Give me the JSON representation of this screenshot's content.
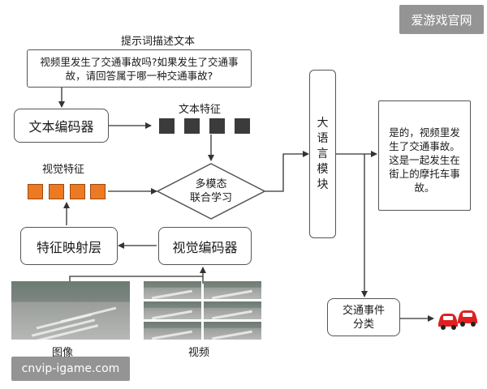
{
  "watermark_top": "爱游戏官网",
  "watermark_bottom": "cnvip-igame.com",
  "prompt": {
    "title": "提示词描述文本",
    "text": "视频里发生了交通事故吗?如果发生了交通事故，请回答属于哪一种交通事故?"
  },
  "text_encoder": "文本编码器",
  "text_feature_label": "文本特征",
  "visual_feature_label": "视觉特征",
  "fusion": "多模态\n联合学习",
  "llm": "大语言模块",
  "answer": "是的，视频里发生了交通事故。这是一起发生在街上的摩托车事故。",
  "feature_mapping": "特征映射层",
  "visual_encoder": "视觉编码器",
  "image_label": "图像",
  "video_label": "视频",
  "classification": "交通事件\n分类",
  "colors": {
    "text_feature": "#3b3b3b",
    "visual_feature": "#ec7a23",
    "car_icon": "#e02020"
  },
  "icons": [
    "car-crash-icon"
  ]
}
